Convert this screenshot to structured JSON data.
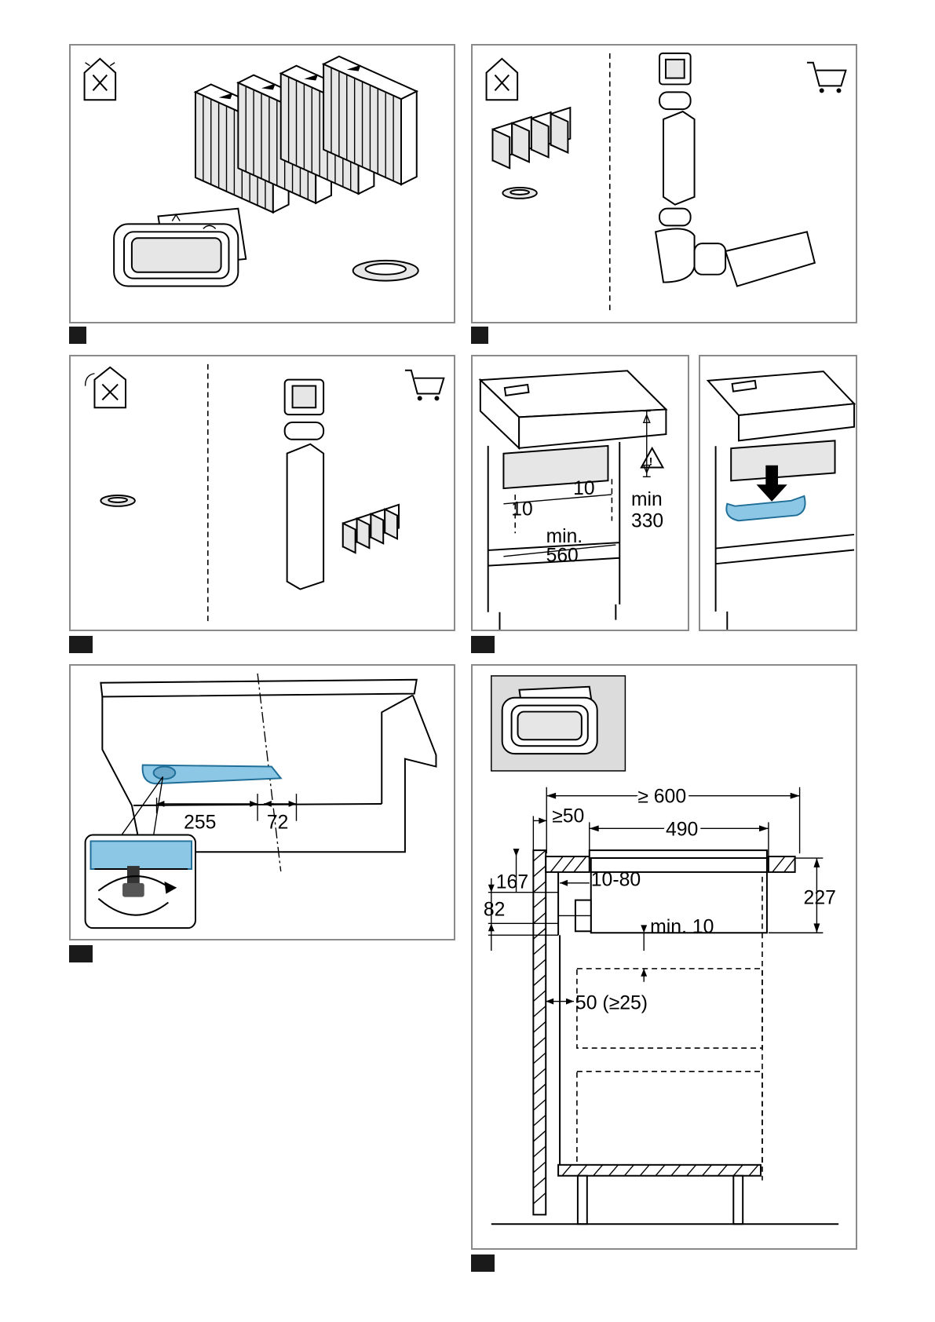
{
  "fig5": {
    "dim_255": "255",
    "dim_72": "72"
  },
  "fig4a": {
    "dim_10_left": "10",
    "dim_10_right": "10",
    "dim_min_label": "min",
    "dim_330": "330",
    "dim_min_560_label": "min.",
    "dim_560": "560"
  },
  "fig6": {
    "dim_600": "≥ 600",
    "dim_50": "≥50",
    "dim_490": "490",
    "dim_167": "167",
    "dim_10_80": "10-80",
    "dim_227": "227",
    "dim_82": "82",
    "dim_min10": "min. 10",
    "dim_50_25": "50 (≥25)"
  },
  "icons": [
    "recirculation-house-icon",
    "shopping-cart-icon",
    "warning-triangle-icon",
    "filter-kit",
    "duct-kit"
  ],
  "colors": {
    "highlight_blue": "#8cc8e6",
    "frame_grey": "#8a8a8a",
    "tag_black": "#1a1a1a"
  }
}
